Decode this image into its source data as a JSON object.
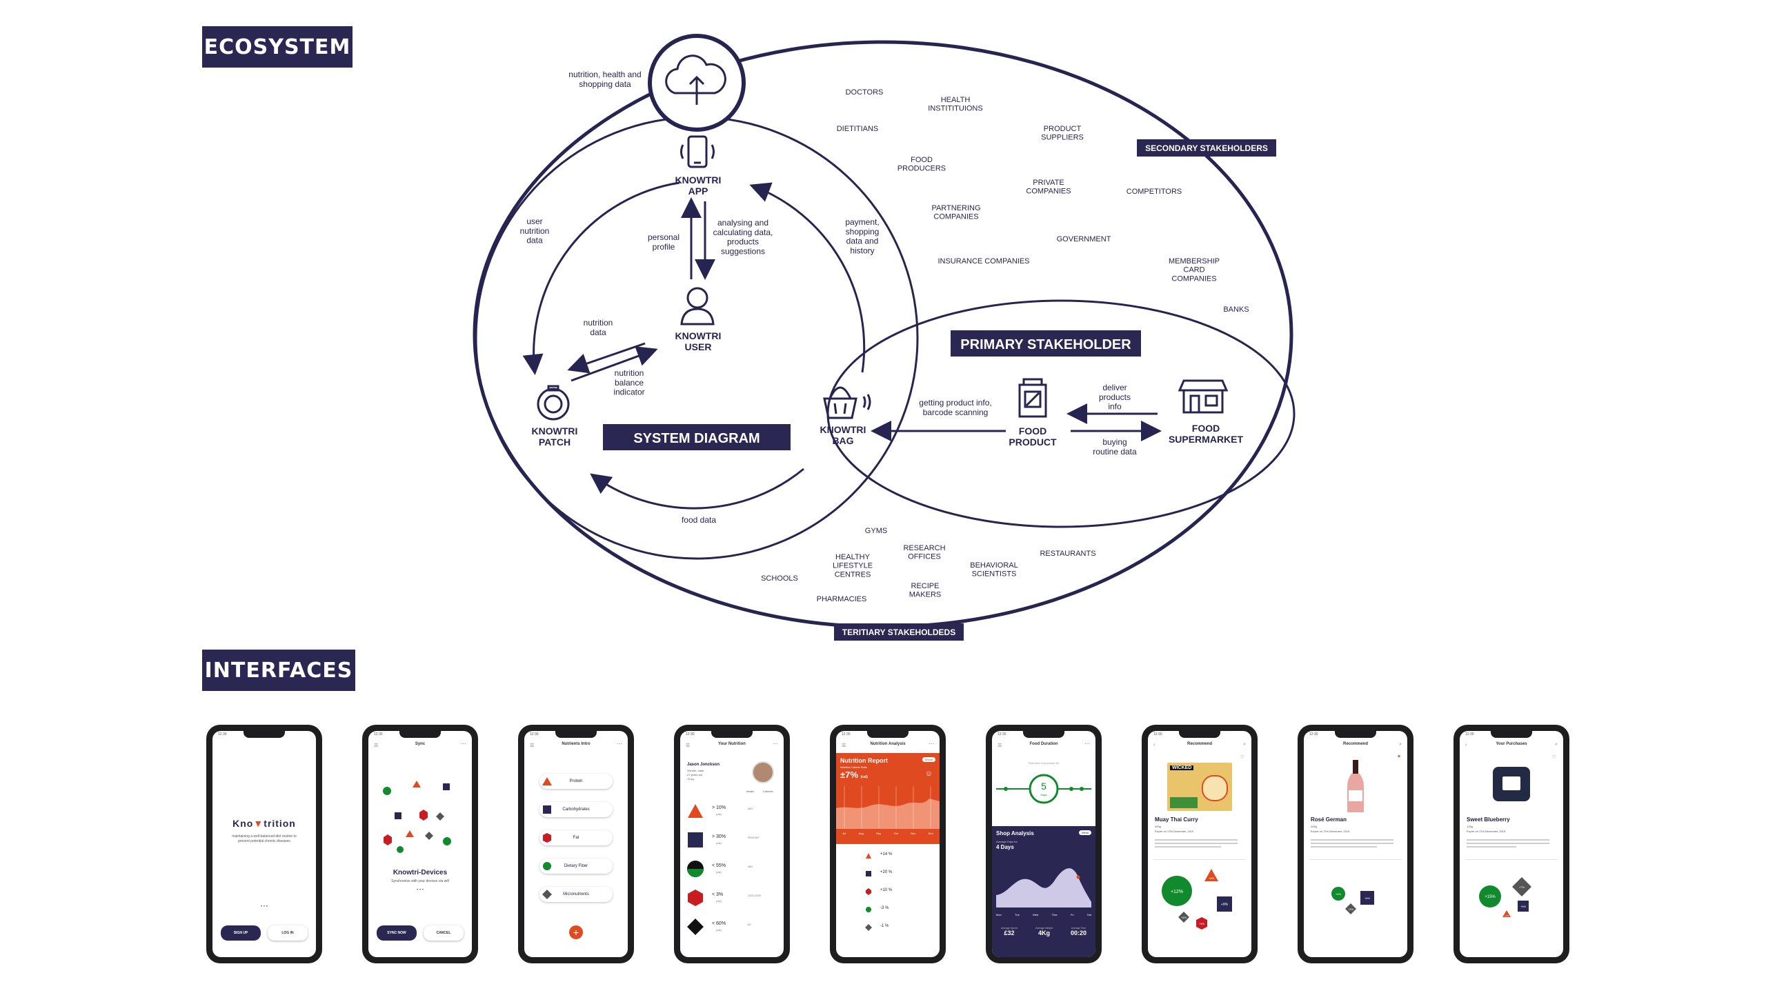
{
  "headers": {
    "ecosystem": "ECOSYSTEM",
    "interfaces": "INTERFACES"
  },
  "diagram": {
    "cloud_label": "nutrition, health and shopping data",
    "app": "KNOWTRI APP",
    "user": "KNOWTRI USER",
    "patch": "KNOWTRI PATCH",
    "bag": "KNOWTRI BAG",
    "system_diagram": "SYSTEM DIAGRAM",
    "primary_stakeholder": "PRIMARY STAKEHOLDER",
    "secondary_stakeholders": "SECONDARY STAKEHOLDERS",
    "tertiary_stakeholders": "TERITIARY STAKEHOLDEDS",
    "food_product": "FOOD PRODUCT",
    "food_supermarket": "FOOD SUPERMARKET",
    "flows": {
      "user_nutrition_data": "user nutrition data",
      "personal_profile": "personal profile",
      "analysing": "analysing and calculating data, products suggestions",
      "payment": "payment, shopping data and history",
      "nutrition_data": "nutrition data",
      "nutrition_balance": "nutrition balance indicator",
      "food_data": "food data",
      "getting_product_info": "getting product info, barcode scanning",
      "deliver_products_info": "deliver products info",
      "buying_routine": "buying routine data"
    },
    "secondary": [
      "DOCTORS",
      "HEALTH INSTITITUIONS",
      "DIETITIANS",
      "PRODUCT SUPPLIERS",
      "FOOD PRODUCERS",
      "PRIVATE COMPANIES",
      "COMPETITORS",
      "PARTNERING COMPANIES",
      "GOVERNMENT",
      "INSURANCE COMPANIES",
      "MEMBERSHIP CARD COMPANIES",
      "BANKS"
    ],
    "tertiary": [
      "GYMS",
      "RESEARCH OFFICES",
      "HEALTHY LIFESTYLE CENTRES",
      "RESTAURANTS",
      "BEHAVIORAL SCIENTISTS",
      "SCHOOLS",
      "RECIPE MAKERS",
      "PHARMACIES"
    ]
  },
  "phones": {
    "status_time": "12:30",
    "p1": {
      "logo_a": "Kno",
      "logo_b": "trition",
      "tagline": "maintaining a well-balanced diet routine to prevent potential chronic diseases",
      "dots": "• • •",
      "signup": "SIGN UP",
      "login": "LOG IN"
    },
    "p2": {
      "title": "Sync",
      "heading": "Knowtri-Devices",
      "sub": "Synchronise with your devices via wifi",
      "dots": "• • •",
      "sync": "SYNC NOW",
      "cancel": "CANCEL"
    },
    "p3": {
      "title": "Nutrients Intro",
      "items": [
        "Protein",
        "Carbohydrates",
        "Fat",
        "Dietary Fiber",
        "Micronutrients"
      ],
      "fab": "+"
    },
    "p4": {
      "title": "Your Nutrition",
      "name": "Jason Jonckson",
      "meta": [
        "Gender: male",
        "27 years old",
        "70 kg"
      ],
      "col_a": "Intake",
      "col_b": "Calories",
      "rows": [
        {
          "pct": "> 10%",
          "unit": "(cal)",
          "val": "460"
        },
        {
          "pct": "> 30%",
          "unit": "(cal)",
          "val": "900/1457"
        },
        {
          "pct": "< 55%",
          "unit": "(cal)",
          "val": "460"
        },
        {
          "pct": "< 3%",
          "unit": "(cal)",
          "val": "1321/1200"
        },
        {
          "pct": "< 60%",
          "unit": "(cal)",
          "val": "60"
        }
      ]
    },
    "p5": {
      "title": "Nutrition Analysis",
      "report": "Nutrition Report",
      "sub": "Nutrition Calorie Ratio",
      "big": "±7%",
      "big_unit": "(cal)",
      "week": "Month",
      "months": [
        "Jul",
        "Aug",
        "Sep",
        "Oct",
        "Nov",
        "Dec"
      ],
      "rows": [
        "+14 %",
        "+20 %",
        "+10 %",
        "-3 %",
        "-1 %"
      ]
    },
    "p6": {
      "title": "Food Duration",
      "hint": "Past time of purchase for",
      "days_num": "5",
      "days_label": "Days",
      "shop": "Shop Analysis",
      "week": "Week",
      "avg_label": "Average Days for",
      "avg": "4 Days",
      "weekdays": [
        "Mon",
        "Tue",
        "Wed",
        "Thur",
        "Fri",
        "Sat"
      ],
      "stats": [
        {
          "label": "Average Spend",
          "val": "£32"
        },
        {
          "label": "Average Weight",
          "val": "4Kg"
        },
        {
          "label": "Average Time",
          "val": "00:20"
        }
      ]
    },
    "p7": {
      "title": "Recommend",
      "product": "Muay Thai Curry",
      "brand": "WICKED",
      "weight": "400g",
      "expiry": "Expire on 17th December, 2019",
      "bubbles": [
        "+12%",
        "+4%",
        "+5%",
        "+9%",
        "+3%"
      ]
    },
    "p8": {
      "title": "Recommend",
      "product": "Rosé German",
      "weight": "400g",
      "expiry": "Expire on 17th December, 2019",
      "bubbles": [
        "+4%",
        "+6%",
        "+3%"
      ]
    },
    "p9": {
      "title": "Your Purchases",
      "product": "Sweet Blueberry",
      "weight": "125g",
      "expiry": "Expire on 17th December, 2019",
      "bubbles": [
        "+15%",
        "+7%",
        "+5%",
        "+2%"
      ]
    }
  },
  "colors": {
    "navy": "#2a2752",
    "red": "#e04a20",
    "green": "#108a2c",
    "dark_red": "#c91b22"
  }
}
